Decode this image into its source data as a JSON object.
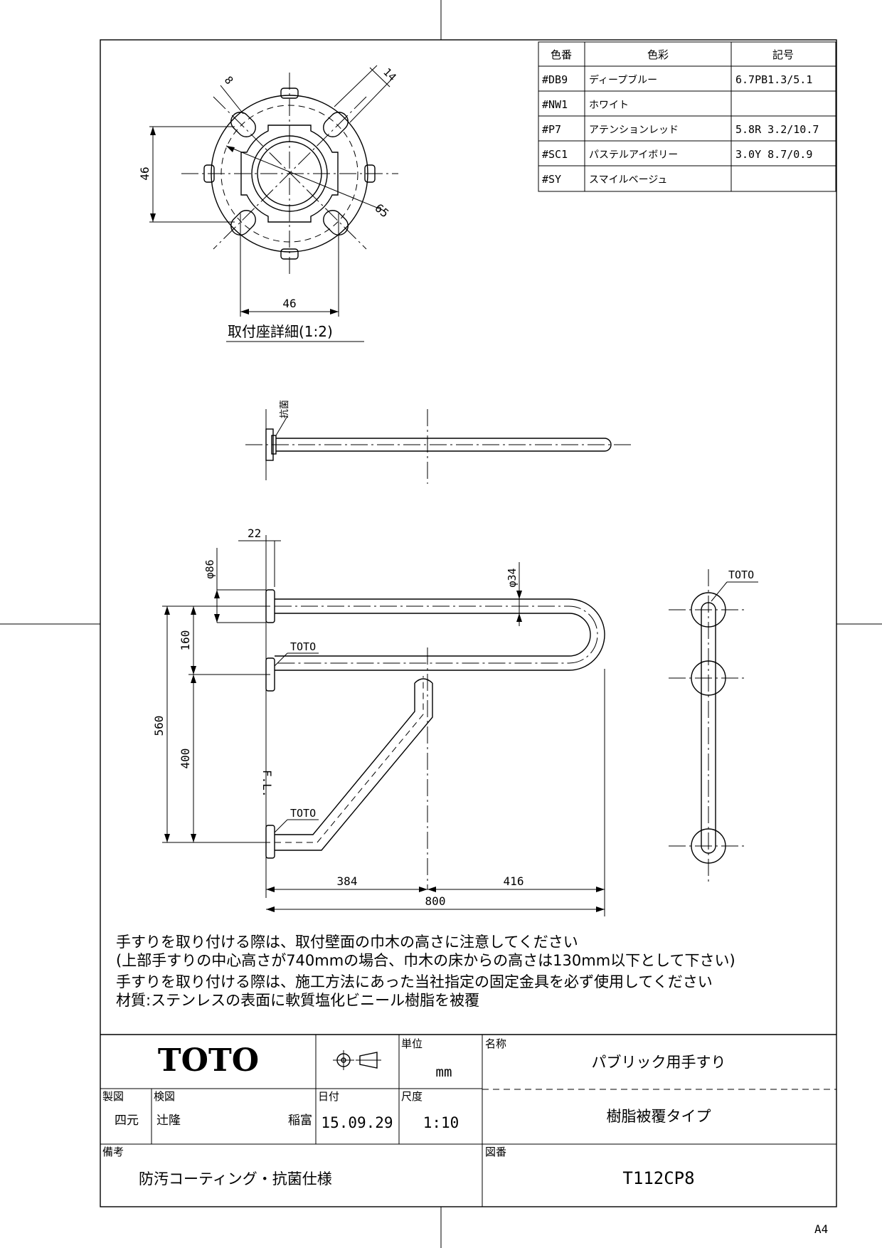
{
  "color_table": {
    "headers": [
      "色番",
      "色彩",
      "記号"
    ],
    "rows": [
      {
        "code": "#DB9",
        "name": "ディープブルー",
        "symbol": "6.7PB1.3/5.1"
      },
      {
        "code": "#NW1",
        "name": "ホワイト",
        "symbol": ""
      },
      {
        "code": "#P7",
        "name": "アテンションレッド",
        "symbol": "5.8R 3.2/10.7"
      },
      {
        "code": "#SC1",
        "name": "パステルアイボリー",
        "symbol": "3.0Y 8.7/0.9"
      },
      {
        "code": "#SY",
        "name": "スマイルベージュ",
        "symbol": ""
      }
    ]
  },
  "detail": {
    "dim_8": "8",
    "dim_14": "14",
    "dim_46_vertical": "46",
    "dim_46_horizontal": "46",
    "dim_65": "65",
    "caption": "取付座詳細(1:2)"
  },
  "top_view": {
    "label": "抗菌"
  },
  "front_view": {
    "dim_22": "22",
    "dim_phi86": "φ86",
    "dim_phi34": "φ34",
    "dim_160": "160",
    "dim_560": "560",
    "dim_400": "400",
    "dim_384": "384",
    "dim_416": "416",
    "dim_800": "800",
    "fl_label": "F.L.",
    "toto_label_upper": "TOTO",
    "toto_label_lower": "TOTO"
  },
  "side_view": {
    "toto_label": "TOTO"
  },
  "notes": [
    "手すりを取り付ける際は、取付壁面の巾木の高さに注意してください",
    "(上部手すりの中心高さが740mmの場合、巾木の床からの高さは130mm以下として下さい)",
    "手すりを取り付ける際は、施工方法にあった当社指定の固定金具を必ず使用してください",
    "材質:ステンレスの表面に軟質塩化ビニール樹脂を被覆"
  ],
  "title_block": {
    "logo": "TOTO",
    "unit_label": "単位",
    "unit_value": "mm",
    "name_label": "名称",
    "name_value": "パブリック用手すり",
    "subtitle": "樹脂被覆タイプ",
    "drawn_label": "製図",
    "drawn_value": "四元",
    "checked_label": "検図",
    "checked_value": "辻隆",
    "checked_value2": "稲富",
    "date_label": "日付",
    "date_value": "15.09.29",
    "scale_label": "尺度",
    "scale_value": "1:10",
    "remarks_label": "備考",
    "remarks_value": "防汚コーティング・抗菌仕様",
    "drawing_no_label": "図番",
    "drawing_no_value": "T112CP8"
  },
  "paper_size": "A4"
}
